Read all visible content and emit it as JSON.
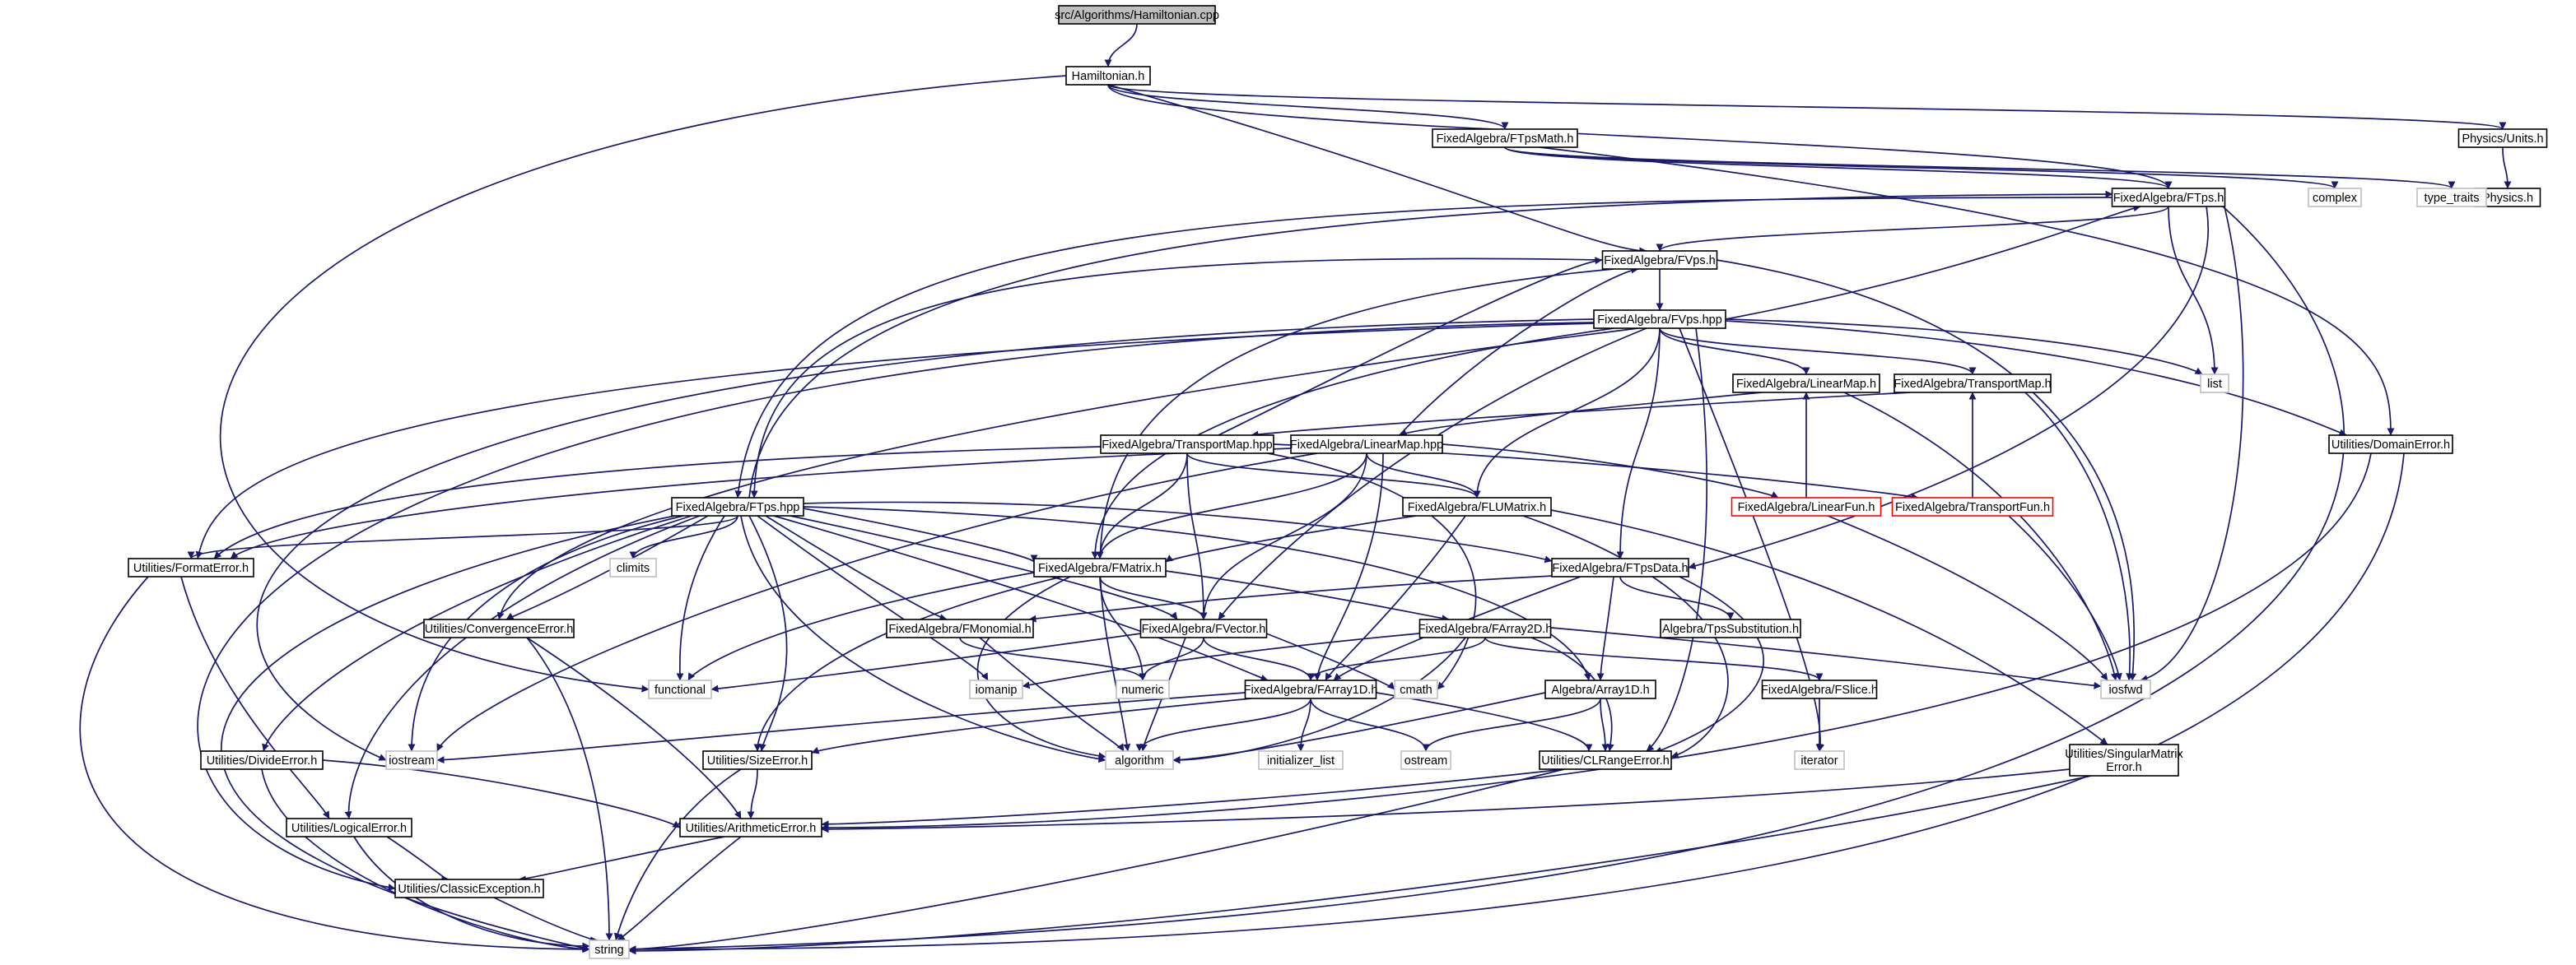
{
  "diagram": {
    "title": "src/Algorithms/Hamiltonian.cpp",
    "colors": {
      "edge": "#191970",
      "edge_red": "#191970",
      "node_border": "#000000",
      "node_border_external": "#bfbfbf",
      "node_border_missing": "#ff0000",
      "root_fill": "#bfbfbf",
      "node_fill": "#ffffff",
      "text": "#000000"
    },
    "nodes": [
      {
        "id": "root",
        "label": "src/Algorithms/Hamiltonian.cpp",
        "kind": "root"
      },
      {
        "id": "hamiltonian",
        "label": "Hamiltonian.h",
        "kind": "file"
      },
      {
        "id": "ftpsmath",
        "label": "FixedAlgebra/FTpsMath.h",
        "kind": "file"
      },
      {
        "id": "units",
        "label": "Physics/Units.h",
        "kind": "file"
      },
      {
        "id": "physics",
        "label": "Physics.h",
        "kind": "file"
      },
      {
        "id": "ftps_h",
        "label": "FixedAlgebra/FTps.h",
        "kind": "file"
      },
      {
        "id": "complex",
        "label": "complex",
        "kind": "external"
      },
      {
        "id": "type_traits",
        "label": "type_traits",
        "kind": "external"
      },
      {
        "id": "fvps_h",
        "label": "FixedAlgebra/FVps.h",
        "kind": "file"
      },
      {
        "id": "fvps_hpp",
        "label": "FixedAlgebra/FVps.hpp",
        "kind": "file"
      },
      {
        "id": "list",
        "label": "list",
        "kind": "external"
      },
      {
        "id": "linearmap_h",
        "label": "FixedAlgebra/LinearMap.h",
        "kind": "file"
      },
      {
        "id": "transportmap_h",
        "label": "FixedAlgebra/TransportMap.h",
        "kind": "file"
      },
      {
        "id": "domainerror",
        "label": "Utilities/DomainError.h",
        "kind": "file"
      },
      {
        "id": "transportmap_hpp",
        "label": "FixedAlgebra/TransportMap.hpp",
        "kind": "file"
      },
      {
        "id": "linearmap_hpp",
        "label": "FixedAlgebra/LinearMap.hpp",
        "kind": "file"
      },
      {
        "id": "ftps_hpp",
        "label": "FixedAlgebra/FTps.hpp",
        "kind": "file"
      },
      {
        "id": "flumatrix",
        "label": "FixedAlgebra/FLUMatrix.h",
        "kind": "file"
      },
      {
        "id": "linearfun",
        "label": "FixedAlgebra/LinearFun.h",
        "kind": "missing"
      },
      {
        "id": "transportfun",
        "label": "FixedAlgebra/TransportFun.h",
        "kind": "missing"
      },
      {
        "id": "formaterror",
        "label": "Utilities/FormatError.h",
        "kind": "file"
      },
      {
        "id": "climits",
        "label": "climits",
        "kind": "external"
      },
      {
        "id": "fmatrix",
        "label": "FixedAlgebra/FMatrix.h",
        "kind": "file"
      },
      {
        "id": "ftpsdata",
        "label": "FixedAlgebra/FTpsData.h",
        "kind": "file"
      },
      {
        "id": "convergenceerror",
        "label": "Utilities/ConvergenceError.h",
        "kind": "file"
      },
      {
        "id": "fmonomial",
        "label": "FixedAlgebra/FMonomial.h",
        "kind": "file"
      },
      {
        "id": "fvector",
        "label": "FixedAlgebra/FVector.h",
        "kind": "file"
      },
      {
        "id": "farray2d",
        "label": "FixedAlgebra/FArray2D.h",
        "kind": "file"
      },
      {
        "id": "tpssubstitution",
        "label": "Algebra/TpsSubstitution.h",
        "kind": "file"
      },
      {
        "id": "functional",
        "label": "functional",
        "kind": "external"
      },
      {
        "id": "iomanip",
        "label": "iomanip",
        "kind": "external"
      },
      {
        "id": "numeric",
        "label": "numeric",
        "kind": "external"
      },
      {
        "id": "cmath",
        "label": "cmath",
        "kind": "external"
      },
      {
        "id": "farray1d",
        "label": "FixedAlgebra/FArray1D.h",
        "kind": "file"
      },
      {
        "id": "fslice",
        "label": "FixedAlgebra/FSlice.h",
        "kind": "file"
      },
      {
        "id": "array1d",
        "label": "Algebra/Array1D.h",
        "kind": "file"
      },
      {
        "id": "iosfwd",
        "label": "iosfwd",
        "kind": "external"
      },
      {
        "id": "iostream",
        "label": "iostream",
        "kind": "external"
      },
      {
        "id": "algorithm",
        "label": "algorithm",
        "kind": "external"
      },
      {
        "id": "initializer_list",
        "label": "initializer_list",
        "kind": "external"
      },
      {
        "id": "ostream",
        "label": "ostream",
        "kind": "external"
      },
      {
        "id": "iterator",
        "label": "iterator",
        "kind": "external"
      },
      {
        "id": "divideerror",
        "label": "Utilities/DivideError.h",
        "kind": "file"
      },
      {
        "id": "sizeerror",
        "label": "Utilities/SizeError.h",
        "kind": "file"
      },
      {
        "id": "clrangeerror",
        "label": "Utilities/CLRangeError.h",
        "kind": "file"
      },
      {
        "id": "singularmatrix",
        "label": "Utilities/SingularMatrix\nError.h",
        "kind": "file"
      },
      {
        "id": "logicalerror",
        "label": "Utilities/LogicalError.h",
        "kind": "file"
      },
      {
        "id": "arithmeticerror",
        "label": "Utilities/ArithmeticError.h",
        "kind": "file"
      },
      {
        "id": "classicexception",
        "label": "Utilities/ClassicException.h",
        "kind": "file"
      },
      {
        "id": "string",
        "label": "string",
        "kind": "external"
      }
    ],
    "edges": [
      [
        "root",
        "hamiltonian"
      ],
      [
        "hamiltonian",
        "ftpsmath"
      ],
      [
        "hamiltonian",
        "units"
      ],
      [
        "hamiltonian",
        "ftps_h"
      ],
      [
        "hamiltonian",
        "fvps_h"
      ],
      [
        "hamiltonian",
        "functional"
      ],
      [
        "units",
        "physics"
      ],
      [
        "ftpsmath",
        "ftps_h"
      ],
      [
        "ftpsmath",
        "complex"
      ],
      [
        "ftpsmath",
        "type_traits"
      ],
      [
        "ftpsmath",
        "domainerror"
      ],
      [
        "ftps_h",
        "fvps_h"
      ],
      [
        "ftps_h",
        "list"
      ],
      [
        "ftps_h",
        "iosfwd"
      ],
      [
        "ftps_h",
        "ftpsdata"
      ],
      [
        "ftps_h",
        "ftps_hpp"
      ],
      [
        "ftps_h",
        "string"
      ],
      [
        "fvps_h",
        "fvps_hpp"
      ],
      [
        "fvps_h",
        "ftps_hpp"
      ],
      [
        "fvps_h",
        "iosfwd"
      ],
      [
        "fvps_h",
        "algorithm"
      ],
      [
        "fvps_hpp",
        "ftps_h"
      ],
      [
        "fvps_hpp",
        "list"
      ],
      [
        "fvps_hpp",
        "linearmap_h"
      ],
      [
        "fvps_hpp",
        "transportmap_h"
      ],
      [
        "fvps_hpp",
        "domainerror"
      ],
      [
        "fvps_hpp",
        "flumatrix"
      ],
      [
        "fvps_hpp",
        "fmatrix"
      ],
      [
        "fvps_hpp",
        "ftpsdata"
      ],
      [
        "fvps_hpp",
        "fvector"
      ],
      [
        "fvps_hpp",
        "formaterror"
      ],
      [
        "fvps_hpp",
        "convergenceerror"
      ],
      [
        "fvps_hpp",
        "clrangeerror"
      ],
      [
        "fvps_hpp",
        "iostream"
      ],
      [
        "fvps_hpp",
        "iterator"
      ],
      [
        "fvps_hpp",
        "classicexception"
      ],
      [
        "linearmap_h",
        "linearmap_hpp"
      ],
      [
        "linearmap_h",
        "iosfwd"
      ],
      [
        "transportmap_h",
        "transportmap_hpp"
      ],
      [
        "transportmap_h",
        "iosfwd"
      ],
      [
        "domainerror",
        "arithmeticerror"
      ],
      [
        "domainerror",
        "string"
      ],
      [
        "transportmap_hpp",
        "fvps_h"
      ],
      [
        "transportmap_hpp",
        "transportfun"
      ],
      [
        "transportmap_hpp",
        "fmatrix"
      ],
      [
        "transportmap_hpp",
        "fvector"
      ],
      [
        "transportmap_hpp",
        "flumatrix"
      ],
      [
        "transportmap_hpp",
        "formaterror"
      ],
      [
        "transportmap_hpp",
        "cmath"
      ],
      [
        "linearmap_hpp",
        "fvps_h"
      ],
      [
        "linearmap_hpp",
        "linearfun"
      ],
      [
        "linearmap_hpp",
        "fmatrix"
      ],
      [
        "linearmap_hpp",
        "fvector"
      ],
      [
        "linearmap_hpp",
        "flumatrix"
      ],
      [
        "linearmap_hpp",
        "formaterror"
      ],
      [
        "linearmap_hpp",
        "iostream"
      ],
      [
        "linearmap_hpp",
        "farray1d"
      ],
      [
        "linearfun",
        "linearmap_h"
      ],
      [
        "linearfun",
        "iosfwd"
      ],
      [
        "transportfun",
        "transportmap_h"
      ],
      [
        "transportfun",
        "iosfwd"
      ],
      [
        "ftps_hpp",
        "ftps_h"
      ],
      [
        "ftps_hpp",
        "formaterror"
      ],
      [
        "ftps_hpp",
        "climits"
      ],
      [
        "ftps_hpp",
        "fmatrix"
      ],
      [
        "ftps_hpp",
        "ftpsdata"
      ],
      [
        "ftps_hpp",
        "convergenceerror"
      ],
      [
        "ftps_hpp",
        "fmonomial"
      ],
      [
        "ftps_hpp",
        "fvector"
      ],
      [
        "ftps_hpp",
        "farray1d"
      ],
      [
        "ftps_hpp",
        "array1d"
      ],
      [
        "ftps_hpp",
        "functional"
      ],
      [
        "ftps_hpp",
        "iomanip"
      ],
      [
        "ftps_hpp",
        "iostream"
      ],
      [
        "ftps_hpp",
        "algorithm"
      ],
      [
        "ftps_hpp",
        "divideerror"
      ],
      [
        "ftps_hpp",
        "sizeerror"
      ],
      [
        "ftps_hpp",
        "logicalerror"
      ],
      [
        "ftps_hpp",
        "string"
      ],
      [
        "flumatrix",
        "fmatrix"
      ],
      [
        "flumatrix",
        "farray1d"
      ],
      [
        "flumatrix",
        "clrangeerror"
      ],
      [
        "flumatrix",
        "singularmatrix"
      ],
      [
        "fmatrix",
        "farray2d"
      ],
      [
        "fmatrix",
        "fvector"
      ],
      [
        "fmatrix",
        "functional"
      ],
      [
        "fmatrix",
        "numeric"
      ],
      [
        "fmatrix",
        "algorithm"
      ],
      [
        "fmatrix",
        "sizeerror"
      ],
      [
        "ftpsdata",
        "tpssubstitution"
      ],
      [
        "ftpsdata",
        "fmonomial"
      ],
      [
        "ftpsdata",
        "farray1d"
      ],
      [
        "ftpsdata",
        "array1d"
      ],
      [
        "ftpsdata",
        "clrangeerror"
      ],
      [
        "formaterror",
        "logicalerror"
      ],
      [
        "formaterror",
        "string"
      ],
      [
        "convergenceerror",
        "arithmeticerror"
      ],
      [
        "convergenceerror",
        "string"
      ],
      [
        "fmonomial",
        "algorithm"
      ],
      [
        "fmonomial",
        "numeric"
      ],
      [
        "fvector",
        "farray1d"
      ],
      [
        "fvector",
        "functional"
      ],
      [
        "fvector",
        "numeric"
      ],
      [
        "fvector",
        "cmath"
      ],
      [
        "fvector",
        "algorithm"
      ],
      [
        "farray2d",
        "farray1d"
      ],
      [
        "farray2d",
        "fslice"
      ],
      [
        "farray2d",
        "iomanip"
      ],
      [
        "farray2d",
        "iosfwd"
      ],
      [
        "farray2d",
        "algorithm"
      ],
      [
        "farray2d",
        "clrangeerror"
      ],
      [
        "fslice",
        "iterator"
      ],
      [
        "array1d",
        "algorithm"
      ],
      [
        "array1d",
        "ostream"
      ],
      [
        "array1d",
        "clrangeerror"
      ],
      [
        "farray1d",
        "algorithm"
      ],
      [
        "farray1d",
        "initializer_list"
      ],
      [
        "farray1d",
        "ostream"
      ],
      [
        "farray1d",
        "iostream"
      ],
      [
        "farray1d",
        "clrangeerror"
      ],
      [
        "farray1d",
        "sizeerror"
      ],
      [
        "divideerror",
        "arithmeticerror"
      ],
      [
        "divideerror",
        "string"
      ],
      [
        "sizeerror",
        "arithmeticerror"
      ],
      [
        "sizeerror",
        "string"
      ],
      [
        "clrangeerror",
        "arithmeticerror"
      ],
      [
        "clrangeerror",
        "string"
      ],
      [
        "singularmatrix",
        "arithmeticerror"
      ],
      [
        "singularmatrix",
        "string"
      ],
      [
        "logicalerror",
        "classicexception"
      ],
      [
        "logicalerror",
        "string"
      ],
      [
        "arithmeticerror",
        "classicexception"
      ],
      [
        "arithmeticerror",
        "string"
      ],
      [
        "classicexception",
        "string"
      ]
    ]
  }
}
